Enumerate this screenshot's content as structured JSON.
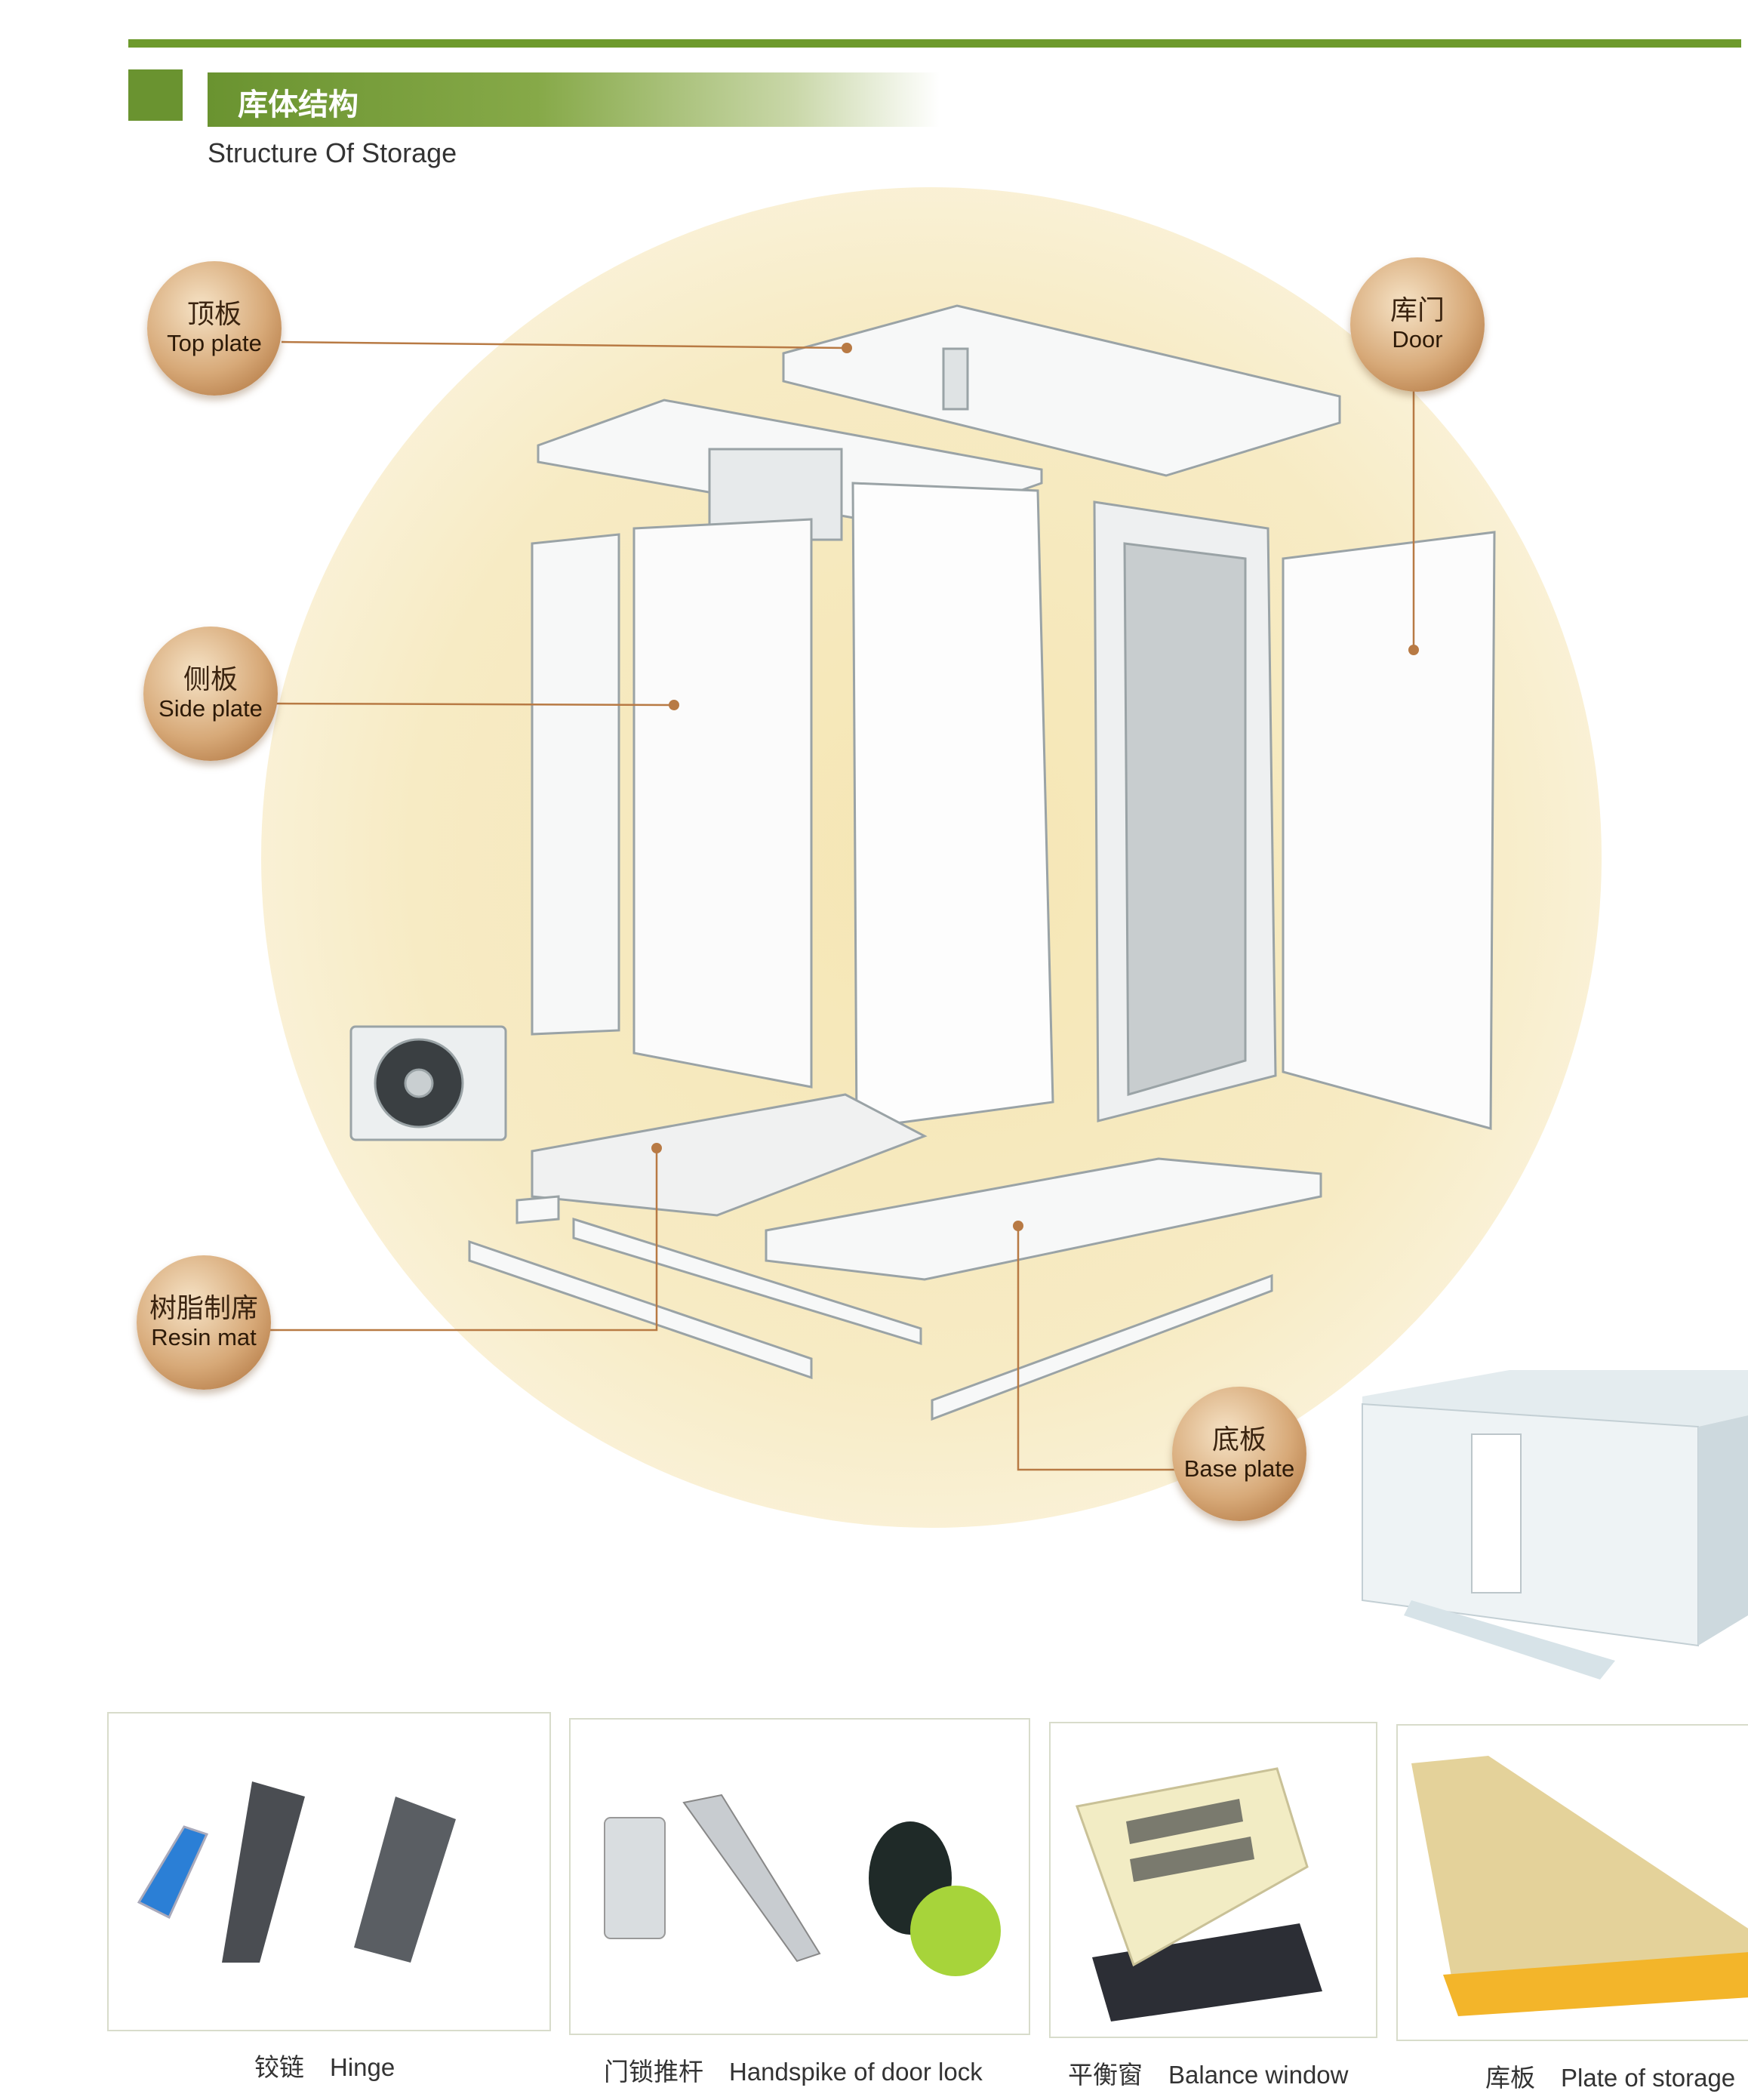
{
  "header": {
    "title_cn": "库体结构",
    "subtitle": "Structure Of Storage"
  },
  "callouts": [
    {
      "cn": "顶板",
      "en": "Top plate"
    },
    {
      "cn": "库门",
      "en": "Door"
    },
    {
      "cn": "侧板",
      "en": "Side plate"
    },
    {
      "cn": "树脂制席",
      "en": "Resin mat"
    },
    {
      "cn": "底板",
      "en": "Base plate"
    }
  ],
  "accessories": [
    {
      "cn": "铰链",
      "en": "Hinge"
    },
    {
      "cn": "门锁推杆",
      "en": "Handspike of door lock"
    },
    {
      "cn": "平衡窗",
      "en": "Balance window"
    },
    {
      "cn": "库板",
      "en": "Plate of storage"
    }
  ],
  "colors": {
    "brand_green": "#6d9a2c",
    "callout": "#c58b55",
    "glow": "#f5e6b4"
  }
}
